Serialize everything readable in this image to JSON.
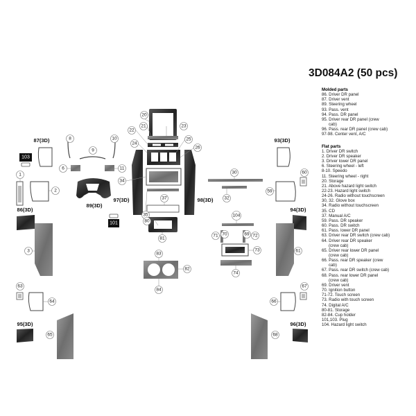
{
  "title": "3D084A2 (50 pcs)",
  "legend": {
    "molded_header": "Molded parts",
    "molded": [
      {
        "text": "86. Driver DR panel"
      },
      {
        "text": "87. Driver vent"
      },
      {
        "text": "89. Steering wheel"
      },
      {
        "text": "93. Pass. vent"
      },
      {
        "text": "94. Pass. DR panel"
      },
      {
        "text": "95. Driver rear DR panel (crew"
      },
      {
        "text": "cab)",
        "indent": true
      },
      {
        "text": "96. Pass. rear DR panel (crew cab)"
      },
      {
        "text": "97-98. Center vent, A/C"
      }
    ],
    "flat_header": "Flat parts",
    "flat": [
      {
        "text": "1. Driver DR switch"
      },
      {
        "text": "2. Driver DR speaker"
      },
      {
        "text": "3. Driver lower DR panel"
      },
      {
        "text": "6. Steering wheel - left"
      },
      {
        "text": "8-10. Speedo"
      },
      {
        "text": "11. Steering wheel - right"
      },
      {
        "text": "20. Storage"
      },
      {
        "text": "21. Above hazard light switch"
      },
      {
        "text": "22-23. Hazard light switch"
      },
      {
        "text": "24-26. Radio without touchscreen"
      },
      {
        "text": "30, 32. Glove box"
      },
      {
        "text": "34. Radio without touchscreen"
      },
      {
        "text": "35. CD"
      },
      {
        "text": "37. Manual A/C"
      },
      {
        "text": "59. Pass. DR speaker"
      },
      {
        "text": "60. Pass. DR switch"
      },
      {
        "text": "61. Pass. lower DR panel"
      },
      {
        "text": "63. Driver rear DR switch (crew cab)"
      },
      {
        "text": "64. Driver rear DR speaker"
      },
      {
        "text": "(crew cab)",
        "indent": true
      },
      {
        "text": "65. Driver rear lower DR panel"
      },
      {
        "text": "(crew cab)",
        "indent": true
      },
      {
        "text": "66. Pass. rear DR speaker (crew"
      },
      {
        "text": "cab)",
        "indent": true
      },
      {
        "text": "67. Pass. rear DR switch (crew cab)"
      },
      {
        "text": "68. Pass. rear lower DR panel"
      },
      {
        "text": "(crew cab)",
        "indent": true
      },
      {
        "text": "69. Driver vent"
      },
      {
        "text": "70. Ignition button"
      },
      {
        "text": "71-72. Touch screen"
      },
      {
        "text": "73. Radio with touch screen"
      },
      {
        "text": "74. Digital A/C"
      },
      {
        "text": "80-81. Storage"
      },
      {
        "text": "82-84. Cup holder"
      },
      {
        "text": "101,103. Plug"
      },
      {
        "text": "104. Hazard light switch"
      }
    ]
  },
  "part_labels": [
    "1",
    "2",
    "3",
    "6",
    "8",
    "9",
    "10",
    "11",
    "20",
    "21",
    "22",
    "23",
    "24",
    "25",
    "26",
    "30",
    "32",
    "34",
    "35",
    "37",
    "59",
    "60",
    "61",
    "63",
    "64",
    "65",
    "66",
    "67",
    "68",
    "69",
    "70",
    "71",
    "72",
    "73",
    "74",
    "80",
    "81",
    "82",
    "83",
    "84",
    "104"
  ],
  "labels_3d": [
    "87(3D)",
    "93(3D)",
    "86(3D)",
    "94(3D)",
    "89(3D)",
    "97(3D)",
    "98(3D)",
    "95(3D)",
    "96(3D)"
  ],
  "plug_labels": [
    "103",
    "101"
  ]
}
